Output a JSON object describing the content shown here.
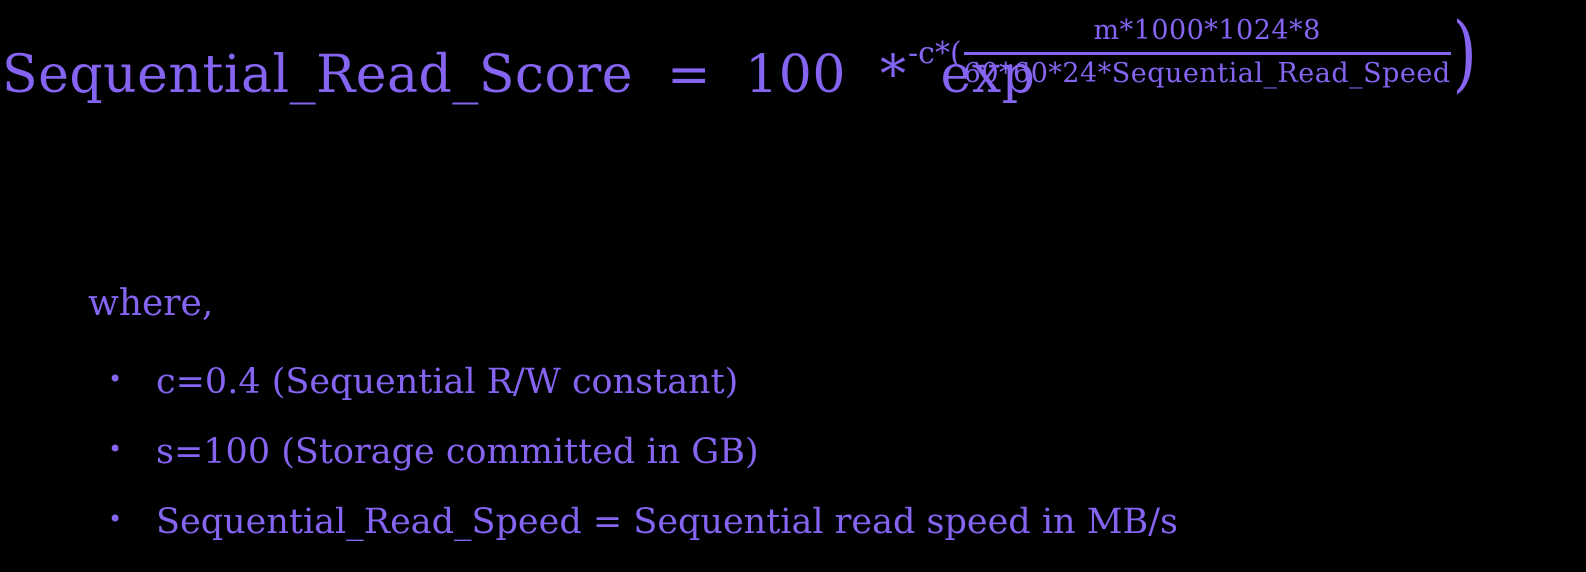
{
  "colors": {
    "background": "#000000",
    "text": "#8464f0"
  },
  "formula": {
    "lhs": "Sequential_Read_Score",
    "equals": "=",
    "coefficient": "100",
    "times": "*",
    "function": "exp",
    "full_left": "Sequential_Read_Score  =  100  *  exp",
    "exponent": {
      "prefix": "-c*(",
      "numerator": "m*1000*1024*8",
      "denominator": "60*60*24*Sequential_Read_Speed",
      "paren_open": "(",
      "paren_close": ")",
      "suffix": ")"
    }
  },
  "where": {
    "label": "where,",
    "items": [
      {
        "bullet": "•",
        "text": "c=0.4 (Sequential R/W constant)"
      },
      {
        "bullet": "•",
        "text": "s=100 (Storage committed in GB)"
      },
      {
        "bullet": "•",
        "text": "Sequential_Read_Speed = Sequential read speed in MB/s"
      }
    ]
  }
}
